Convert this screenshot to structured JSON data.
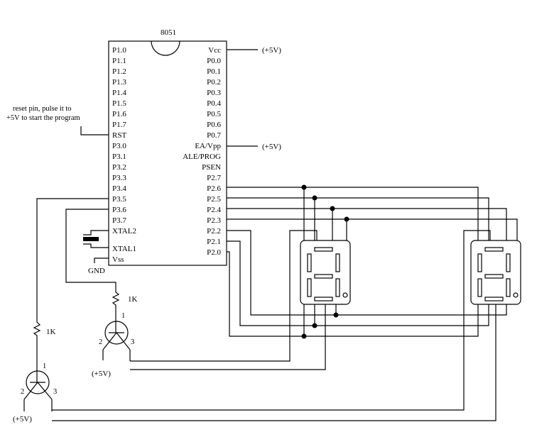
{
  "title": "8051",
  "chip": {
    "left_pins": [
      "P1.0",
      "P1.1",
      "P1.2",
      "P1.3",
      "P1.4",
      "P1.5",
      "P1.6",
      "P1.7",
      "RST",
      "P3.0",
      "P3.1",
      "P3.2",
      "P3.3",
      "P3.4",
      "P3.5",
      "P3.6",
      "P3.7",
      "XTAL2",
      "XTAL1",
      "Vss"
    ],
    "right_pins": [
      "Vcc",
      "P0.0",
      "P0.1",
      "P0.2",
      "P0.3",
      "P0.4",
      "P0.5",
      "P0.6",
      "P0.7",
      "EA/Vpp",
      "ALE/PROG",
      "PSEN",
      "P2.7",
      "P2.6",
      "P2.5",
      "P2.4",
      "P2.3",
      "P2.2",
      "P2.1",
      "P2.0"
    ]
  },
  "labels": {
    "vcc_supply": "(+5V)",
    "ea_supply": "(+5V)",
    "reset_note_line1": "reset pin, pulse it to",
    "reset_note_line2": "+5V to start the program",
    "gnd": "GND",
    "resistor1": "1K",
    "resistor2": "1K",
    "transistor1_supply": "(+5V)",
    "transistor2_supply": "(+5V)",
    "pin1": "1",
    "pin2": "2",
    "pin3": "3"
  },
  "components": {
    "displays": [
      "seven-segment-display-1",
      "seven-segment-display-2"
    ],
    "transistors": [
      "transistor-p3-6",
      "transistor-p3-5"
    ],
    "crystal": "crystal-oscillator"
  }
}
